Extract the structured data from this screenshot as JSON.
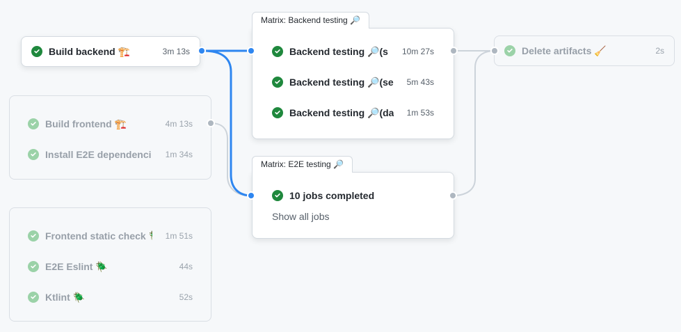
{
  "colors": {
    "page_bg": "#f6f8fa",
    "card_bg": "#ffffff",
    "card_border": "#d4dae0",
    "text_primary": "#24292f",
    "text_muted": "#57606a",
    "text_dim": "#979fa8",
    "success_green": "#1f883d",
    "success_green_dim": "#9bd2a8",
    "accent_blue": "#2e86f0",
    "edge_gray": "#ccd3da",
    "dot_gray": "#aeb7c0"
  },
  "nodes": {
    "build_backend": {
      "title": "Build backend 🏗️",
      "duration": "3m 13s"
    },
    "build_frontend_group": {
      "jobs": [
        {
          "title": "Build frontend 🏗️",
          "duration": "4m 13s"
        },
        {
          "title": "Install E2E dependenci…",
          "duration": "1m 34s"
        }
      ]
    },
    "static_checks_group": {
      "jobs": [
        {
          "title": "Frontend static check 🪲",
          "duration": "1m 51s"
        },
        {
          "title": "E2E Eslint 🪲",
          "duration": "44s"
        },
        {
          "title": "Ktlint 🪲",
          "duration": "52s"
        }
      ]
    },
    "matrix_backend": {
      "tab": "Matrix: Backend testing 🔎",
      "jobs": [
        {
          "title": "Backend testing 🔎(s…",
          "duration": "10m 27s"
        },
        {
          "title": "Backend testing 🔎(se…",
          "duration": "5m 43s"
        },
        {
          "title": "Backend testing 🔎(da…",
          "duration": "1m 53s"
        }
      ]
    },
    "matrix_e2e": {
      "tab": "Matrix: E2E testing 🔎",
      "summary": "10 jobs completed",
      "show_all_label": "Show all jobs"
    },
    "delete_artifacts": {
      "title": "Delete artifacts 🧹",
      "duration": "2s"
    }
  }
}
